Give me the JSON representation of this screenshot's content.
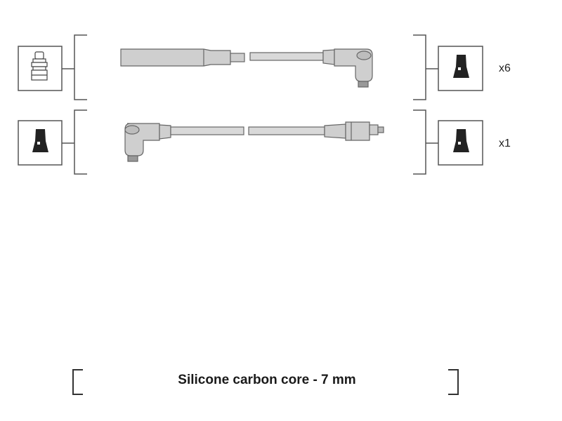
{
  "rows": [
    {
      "quantity": "x6"
    },
    {
      "quantity": "x1"
    }
  ],
  "caption": "Silicone carbon core - 7 mm",
  "colors": {
    "outline": "#555555",
    "cable_fill": "#cfcfcf",
    "boot_dark": "#222222"
  },
  "icons": {
    "row1_left": "spark-plug-connector-icon",
    "row1_right": "distributor-terminal-icon",
    "row2_left": "distributor-terminal-icon",
    "row2_right": "distributor-terminal-icon"
  }
}
